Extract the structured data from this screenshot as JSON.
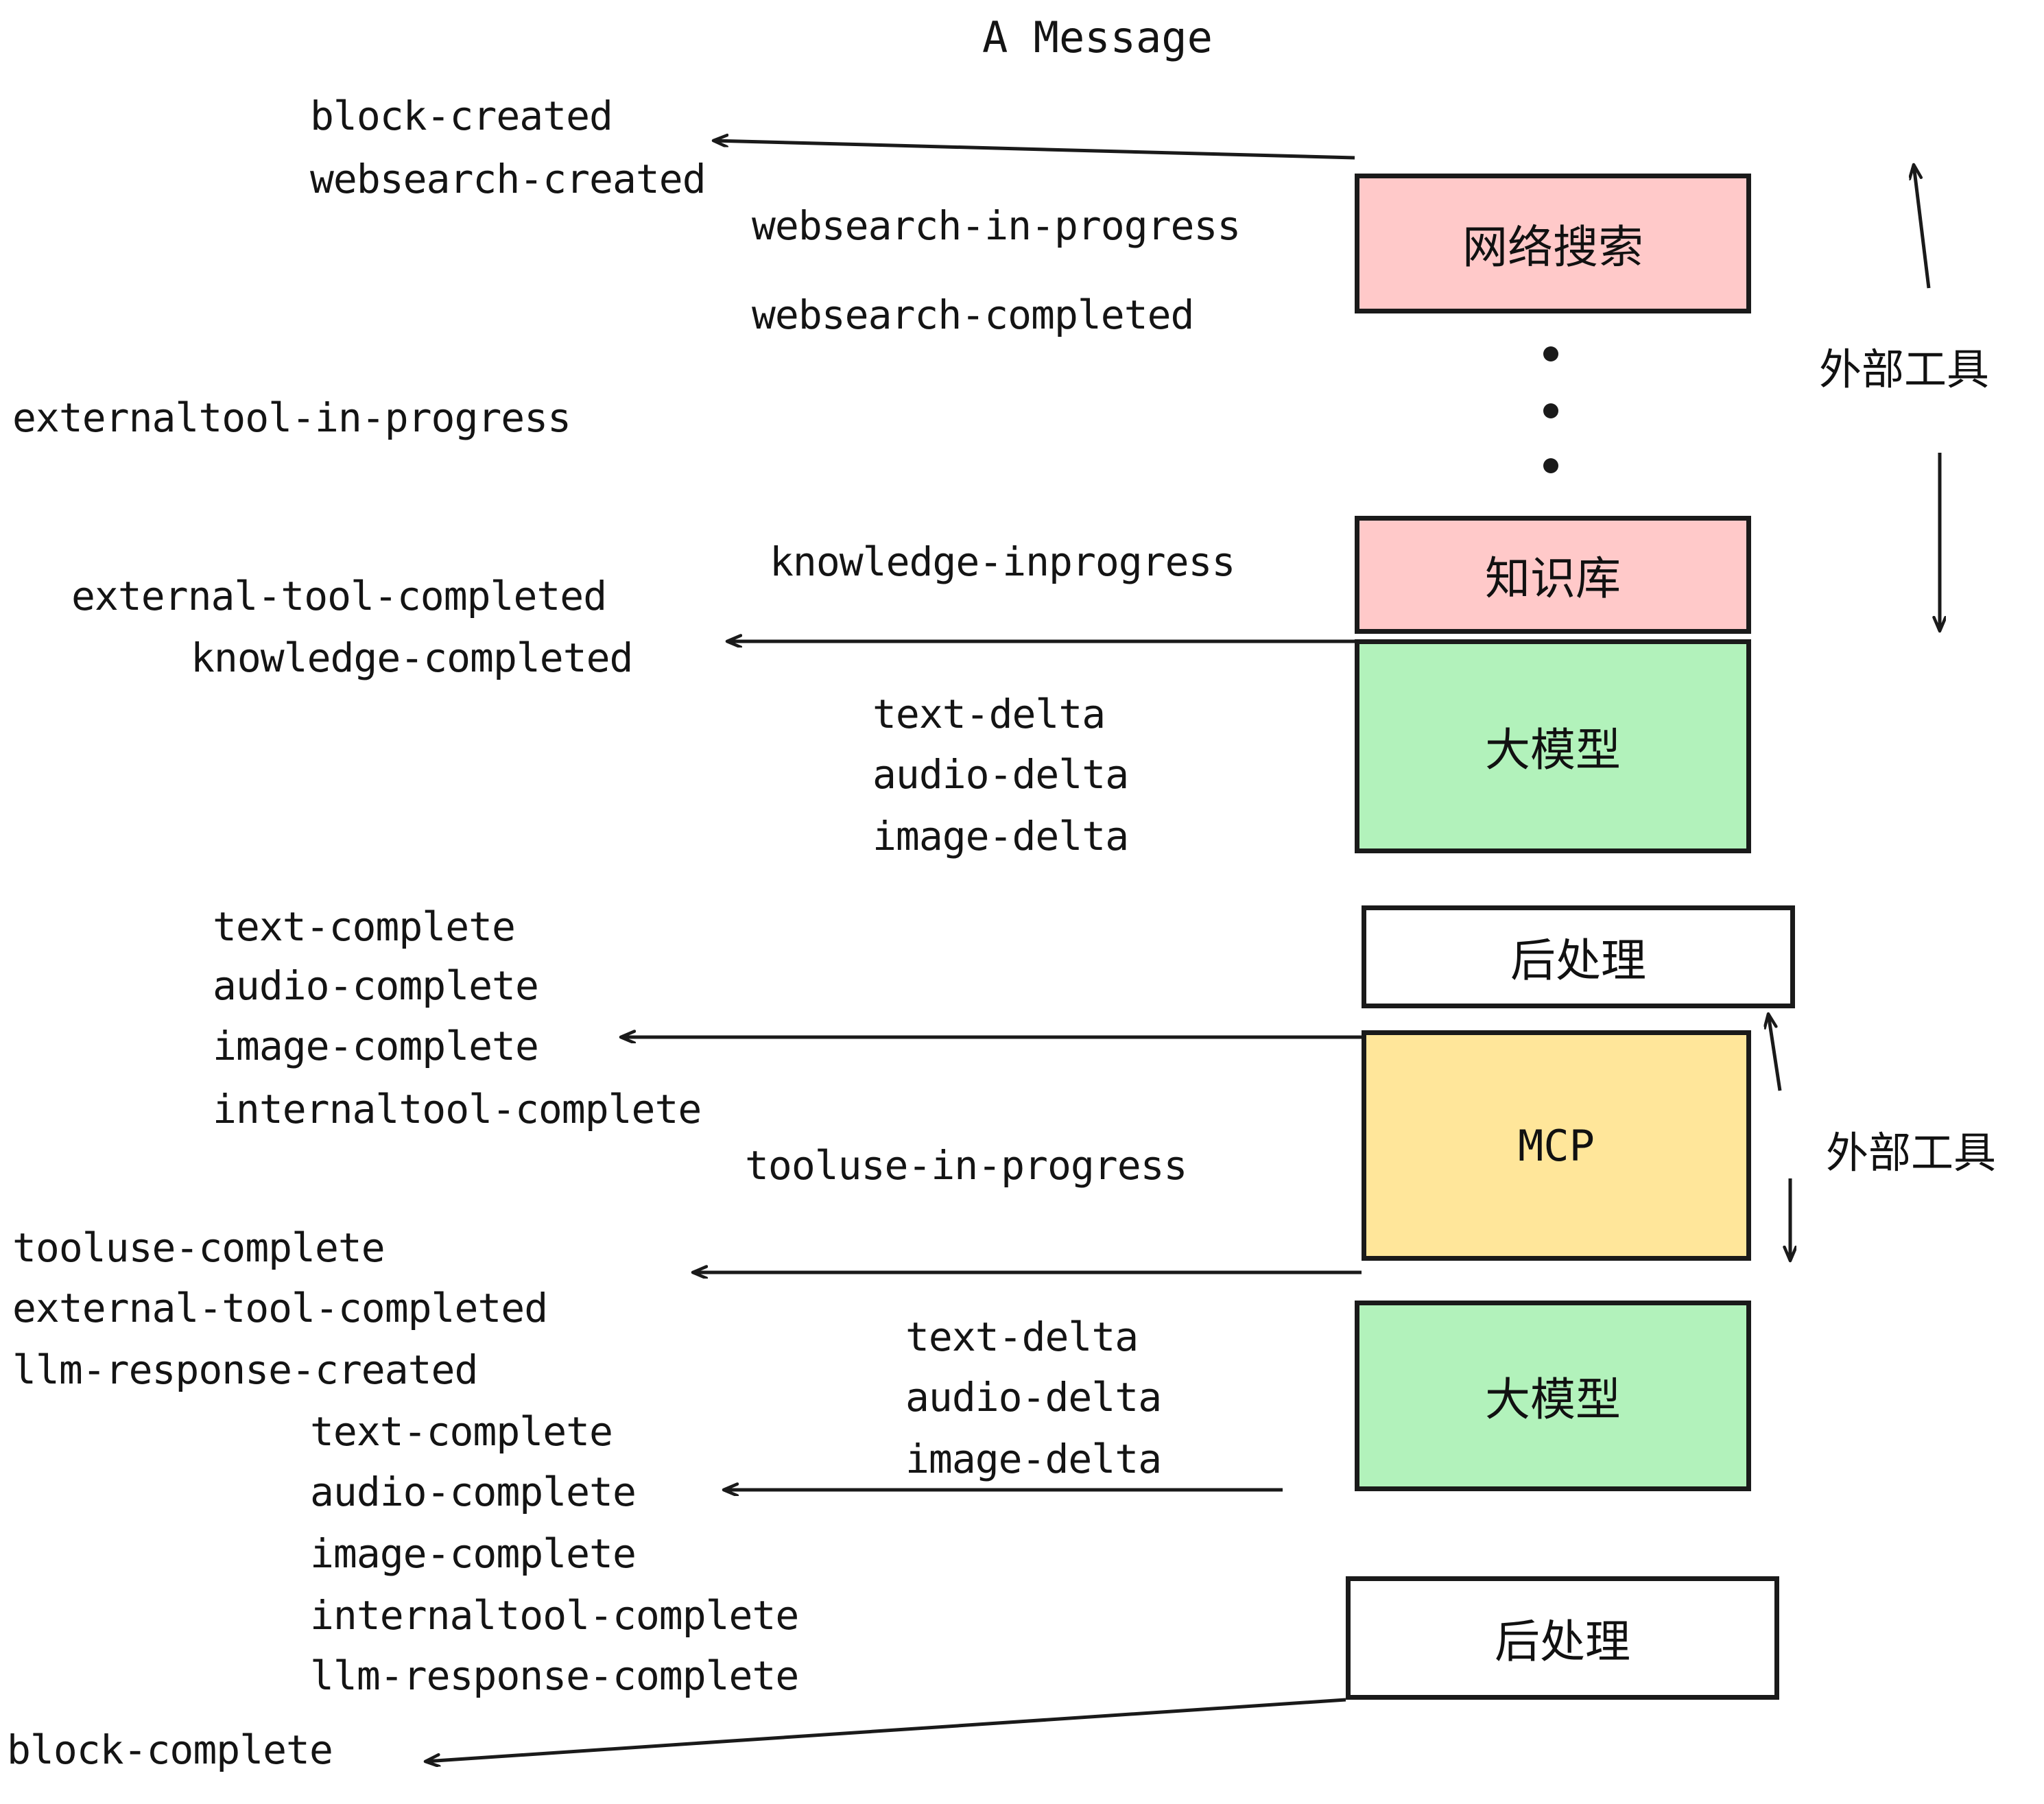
{
  "title": "A Message",
  "colors": {
    "pink": "#FFC9C9",
    "green": "#B2F2BB",
    "yellow": "#FFE69A",
    "white": "#FFFFFF",
    "stroke": "#1A1A1A",
    "text": "#141414",
    "background": "#FFFFFF"
  },
  "nodes": [
    {
      "id": "websearch",
      "label": "网络搜索",
      "fill": "#FFC9C9"
    },
    {
      "id": "knowledge",
      "label": "知识库",
      "fill": "#FFC9C9"
    },
    {
      "id": "llm1",
      "label": "大模型",
      "fill": "#B2F2BB"
    },
    {
      "id": "post1",
      "label": "后处理",
      "fill": "#FFFFFF"
    },
    {
      "id": "mcp",
      "label": "MCP",
      "fill": "#FFE69A"
    },
    {
      "id": "llm2",
      "label": "大模型",
      "fill": "#B2F2BB"
    },
    {
      "id": "post2",
      "label": "后处理",
      "fill": "#FFFFFF"
    }
  ],
  "side_labels": [
    {
      "id": "external-tool-top",
      "label": "外部工具"
    },
    {
      "id": "external-tool-bottom",
      "label": "外部工具"
    }
  ],
  "events": {
    "block_created": "block-created",
    "websearch_created": "websearch-created",
    "websearch_in_progress": "websearch-in-progress",
    "websearch_completed": "websearch-completed",
    "externaltool_in_progress": "externaltool-in-progress",
    "knowledge_inprogress": "knowledge-inprogress",
    "external_tool_completed_1": "external-tool-completed",
    "knowledge_completed": "knowledge-completed",
    "text_delta_1": "text-delta",
    "audio_delta_1": "audio-delta",
    "image_delta_1": "image-delta",
    "text_complete_1": "text-complete",
    "audio_complete_1": "audio-complete",
    "image_complete_1": "image-complete",
    "internaltool_complete_1": "internaltool-complete",
    "tooluse_in_progress": "tooluse-in-progress",
    "tooluse_complete": "tooluse-complete",
    "external_tool_completed_2": "external-tool-completed",
    "llm_response_created": "llm-response-created",
    "text_delta_2": "text-delta",
    "audio_delta_2": "audio-delta",
    "image_delta_2": "image-delta",
    "text_complete_2": "text-complete",
    "audio_complete_2": "audio-complete",
    "image_complete_2": "image-complete",
    "internaltool_complete_2": "internaltool-complete",
    "llm_response_complete": "llm-response-complete",
    "block_complete": "block-complete"
  }
}
